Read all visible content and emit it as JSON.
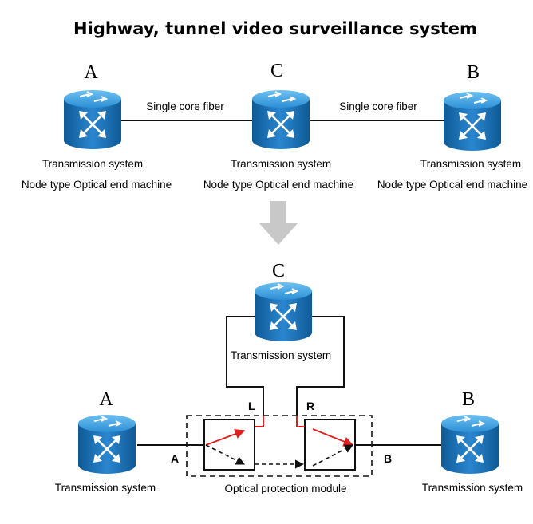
{
  "title": "Highway, tunnel video surveillance system",
  "top": {
    "node_a": {
      "letter": "A",
      "label1": "Transmission system",
      "label2": "Node type Optical end machine"
    },
    "node_c": {
      "letter": "C",
      "label1": "Transmission system",
      "label2": "Node type Optical end machine"
    },
    "node_b": {
      "letter": "B",
      "label1": "Transmission system",
      "label2": "Node type Optical end machine"
    },
    "link_ac": "Single core fiber",
    "link_cb": "Single core fiber"
  },
  "bottom": {
    "node_c": {
      "letter": "C",
      "label": "Transmission system"
    },
    "node_a": {
      "letter": "A",
      "label": "Transmission system"
    },
    "node_b": {
      "letter": "B",
      "label": "Transmission system"
    },
    "module_label": "Optical protection module",
    "port_l": "L",
    "port_r": "R",
    "port_a": "A",
    "port_b": "B"
  },
  "colors": {
    "node_fill": "#1a6fb3",
    "node_top": "#3a9be0",
    "arrow_gray": "#c8c8c8",
    "signal_red": "#e0201e"
  },
  "icons": {
    "node": "router-cylinder-icon",
    "flow": "down-arrow-icon"
  }
}
